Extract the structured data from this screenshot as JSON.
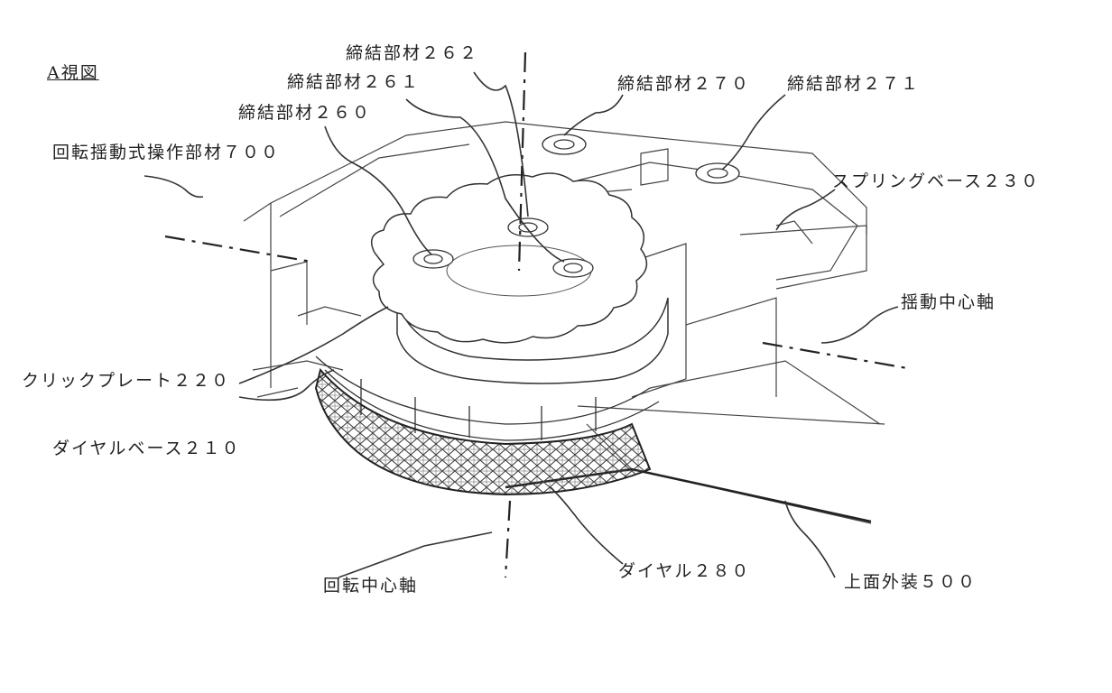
{
  "figure": {
    "view_title": "A視図",
    "labels": {
      "fastener_262": "締結部材２６２",
      "fastener_261": "締結部材２６１",
      "fastener_260": "締結部材２６０",
      "fastener_270": "締結部材２７０",
      "fastener_271": "締結部材２７１",
      "operation_member_700": "回転揺動式操作部材７００",
      "spring_base_230": "スプリングベース２３０",
      "swing_axis": "揺動中心軸",
      "click_plate_220": "クリックプレート２２０",
      "dial_base_210": "ダイヤルベース２１０",
      "rotation_axis": "回転中心軸",
      "dial_280": "ダイヤル２８０",
      "top_cover_500": "上面外装５００"
    }
  },
  "colors": {
    "line": "#333333",
    "background": "#ffffff"
  }
}
